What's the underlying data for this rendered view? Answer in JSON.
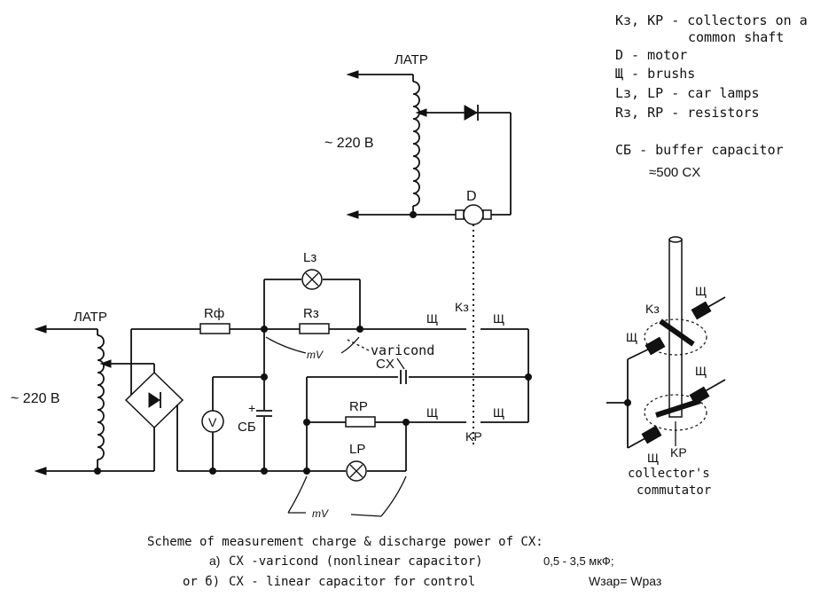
{
  "legend": {
    "line1": "Kз, KР - collectors on a",
    "line1b": "common shaft",
    "line2": "D - motor",
    "line3": "Щ - brushs",
    "line4": "Lз, LР - car lamps",
    "line5": "Rз, RР - resistors",
    "line6": "CБ - buffer capacitor",
    "line7": "≈500 CХ"
  },
  "labels": {
    "latr_top": "ЛАТР",
    "v220_top": "~ 220 B",
    "motor": "D",
    "latr_left": "ЛАТР",
    "v220_left": "~ 220 B",
    "r_f": "Rф",
    "l_z": "Lз",
    "r_z": "Rз",
    "k_z": "Kз",
    "brush": "Щ",
    "varicond": "varicond",
    "c_x": "CХ",
    "voltmeter": "V",
    "c_b": "CБ",
    "plus": "+",
    "r_p": "RР",
    "k_p": "KР",
    "l_p": "LР",
    "mv": "mV",
    "commutator_line1": "collector's",
    "commutator_line2": "commutator"
  },
  "caption": {
    "title": "Scheme of measurement charge & discharge power of CХ:",
    "line_a_prefix": "a)",
    "line_a": "CХ -varicond (nonlinear capacitor)",
    "line_a_value": "0,5 - 3,5 мкФ;",
    "line_b_prefix": "or б)",
    "line_b": "CХ -  linear capacitor for control",
    "equation": "Wзар= Wраз"
  }
}
